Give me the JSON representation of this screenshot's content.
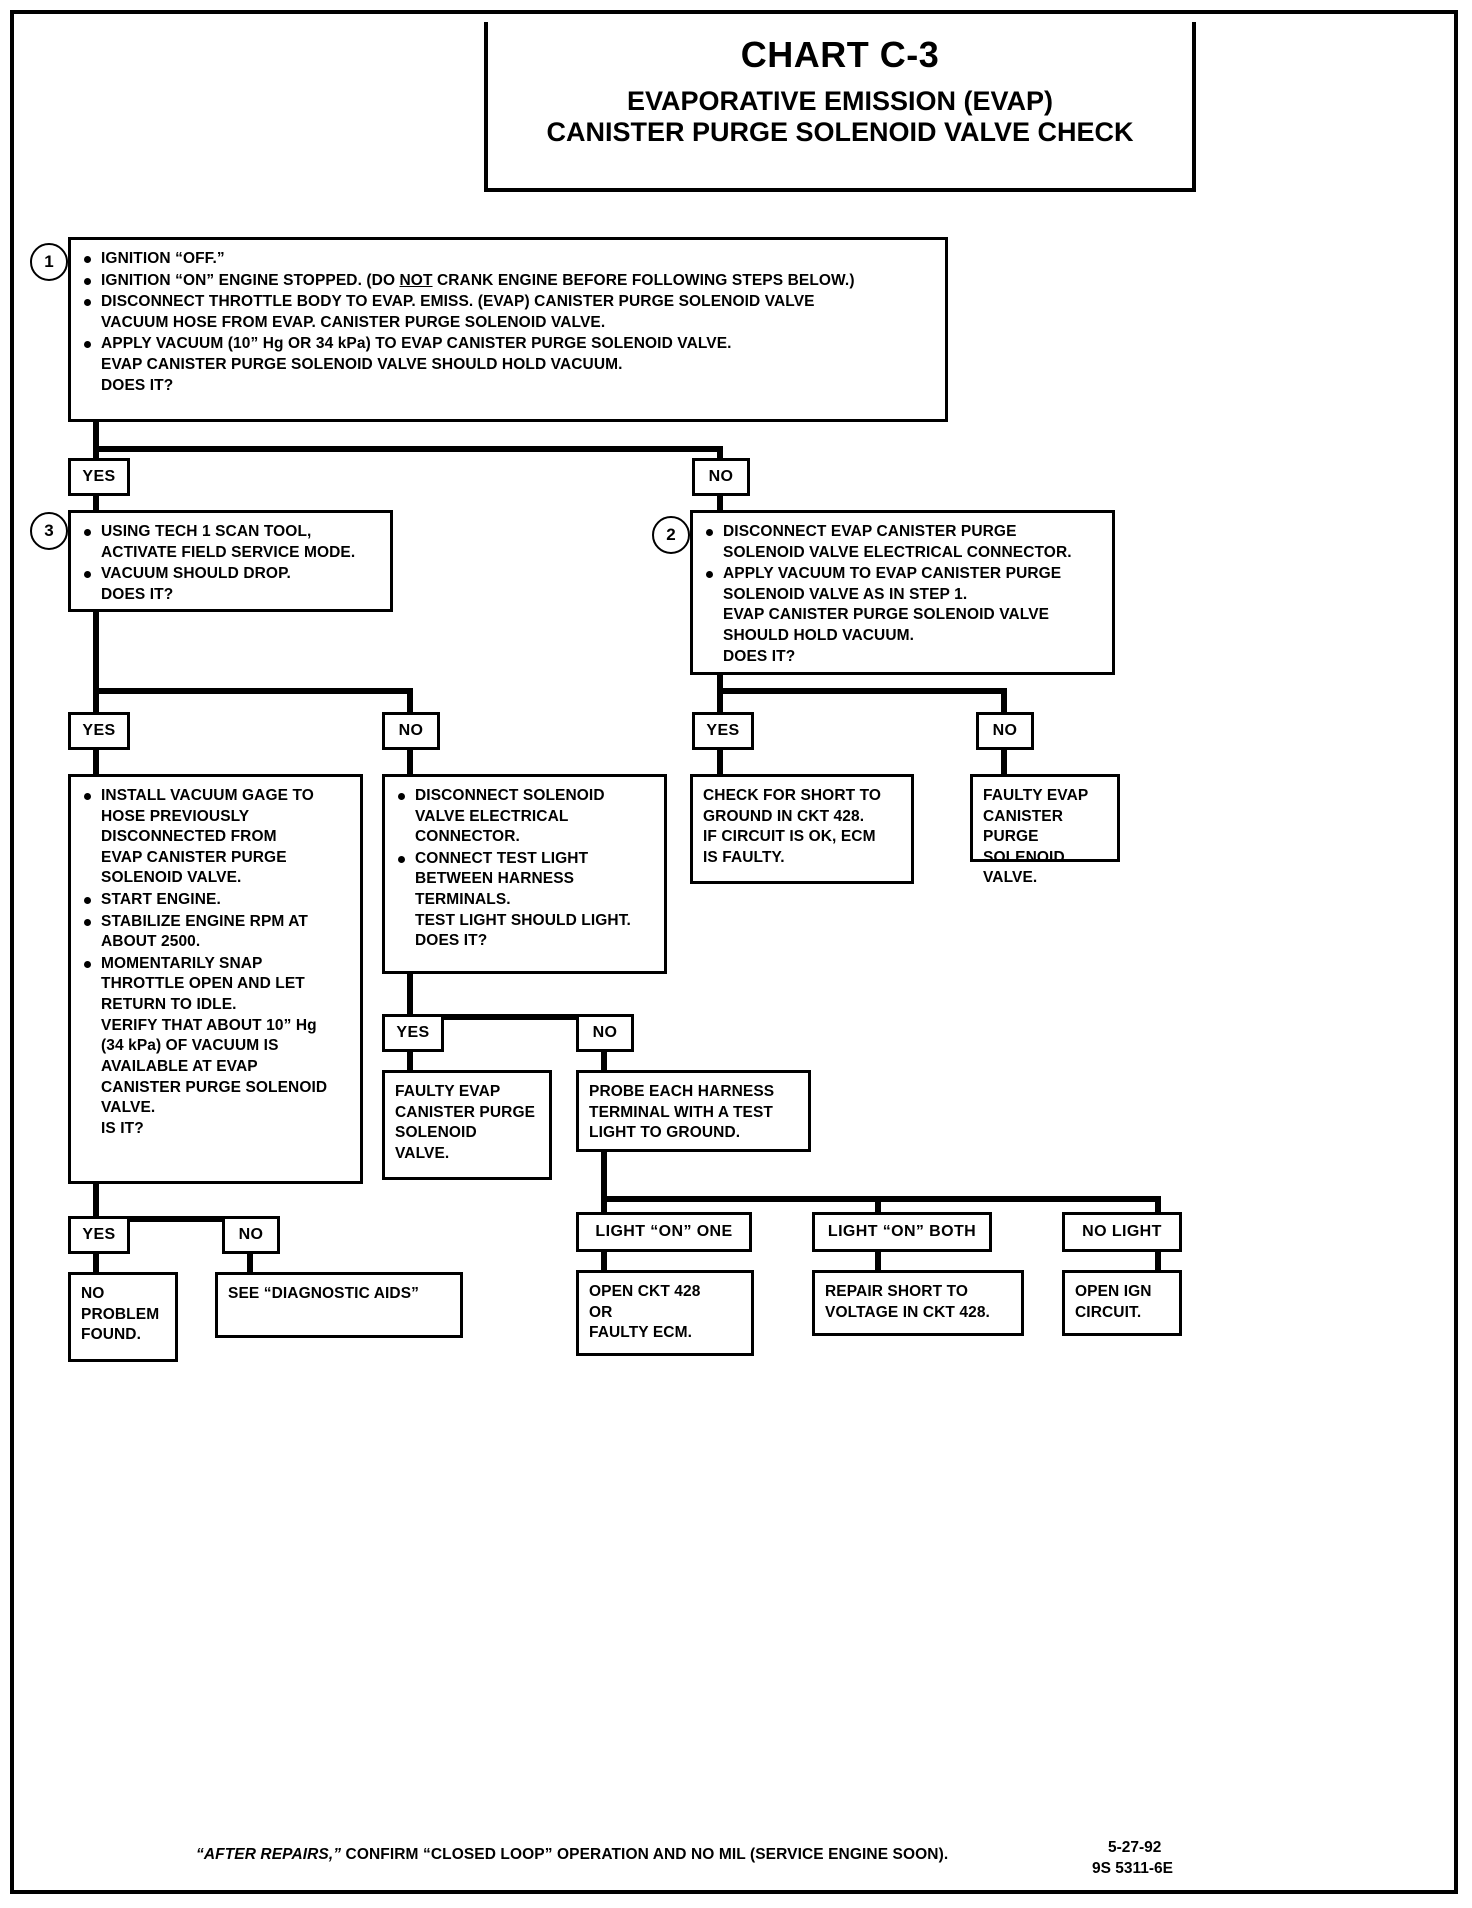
{
  "title": {
    "chart_id": "CHART C-3",
    "line1": "EVAPORATIVE EMISSION (EVAP)",
    "line2": "CANISTER PURGE SOLENOID VALVE CHECK"
  },
  "labels": {
    "yes": "YES",
    "no": "NO",
    "light_on_one": "LIGHT “ON” ONE",
    "light_on_both": "LIGHT “ON” BOTH",
    "no_light": "NO LIGHT"
  },
  "steps": {
    "one": "1",
    "two": "2",
    "three": "3"
  },
  "box1": {
    "bullets": [
      "IGNITION “OFF.”",
      "IGNITION “ON” ENGINE STOPPED. (DO NOT CRANK ENGINE BEFORE FOLLOWING STEPS BELOW.)",
      "DISCONNECT THROTTLE BODY TO EVAP. EMISS. (EVAP) CANISTER PURGE SOLENOID VALVE\nVACUUM HOSE FROM EVAP. CANISTER PURGE SOLENOID VALVE.",
      "APPLY VACUUM (10” Hg OR 34 kPa) TO EVAP CANISTER PURGE SOLENOID VALVE.\nEVAP CANISTER PURGE SOLENOID VALVE SHOULD HOLD VACUUM.\nDOES IT?"
    ],
    "b2_pre": "IGNITION “ON” ENGINE STOPPED. (DO ",
    "b2_underline": "NOT",
    "b2_post": " CRANK ENGINE BEFORE FOLLOWING STEPS BELOW.)"
  },
  "box2": {
    "bullets": [
      "DISCONNECT EVAP CANISTER PURGE\nSOLENOID VALVE ELECTRICAL CONNECTOR.",
      "APPLY VACUUM TO EVAP CANISTER PURGE\nSOLENOID VALVE AS IN STEP 1.\nEVAP CANISTER PURGE SOLENOID VALVE\nSHOULD HOLD VACUUM.\nDOES IT?"
    ]
  },
  "box3": {
    "bullets": [
      "USING TECH 1 SCAN TOOL,\nACTIVATE FIELD SERVICE MODE.",
      "VACUUM SHOULD DROP.\nDOES IT?"
    ]
  },
  "box_check_short": {
    "text": "CHECK FOR SHORT TO\nGROUND IN CKT 428.\nIF CIRCUIT IS OK, ECM\nIS FAULTY."
  },
  "box_faulty_evap_right": {
    "text": "FAULTY EVAP\nCANISTER PURGE\nSOLENOID VALVE."
  },
  "box_install_gage": {
    "bullets": [
      "INSTALL VACUUM GAGE TO\nHOSE PREVIOUSLY\nDISCONNECTED FROM\nEVAP CANISTER PURGE\nSOLENOID VALVE.",
      "START ENGINE.",
      "STABILIZE ENGINE RPM AT\nABOUT 2500.",
      "MOMENTARILY SNAP\nTHROTTLE OPEN AND LET\nRETURN TO IDLE.\nVERIFY THAT ABOUT 10” Hg\n(34 kPa) OF VACUUM IS\nAVAILABLE AT EVAP\nCANISTER PURGE SOLENOID\nVALVE.\nIS IT?"
    ]
  },
  "box_disconnect_solenoid": {
    "bullets": [
      "DISCONNECT SOLENOID\nVALVE ELECTRICAL\nCONNECTOR.",
      "CONNECT TEST LIGHT\nBETWEEN HARNESS\nTERMINALS.\nTEST LIGHT SHOULD LIGHT.\nDOES IT?"
    ]
  },
  "box_faulty_evap_mid": {
    "text": "FAULTY EVAP\nCANISTER PURGE\nSOLENOID\nVALVE."
  },
  "box_probe_harness": {
    "text": "PROBE EACH HARNESS\nTERMINAL WITH A TEST\nLIGHT TO GROUND."
  },
  "box_no_problem": {
    "text": "NO\nPROBLEM\nFOUND."
  },
  "box_diag_aids": {
    "text": "SEE “DIAGNOSTIC AIDS”"
  },
  "box_open_ckt": {
    "text": "OPEN CKT 428\nOR\nFAULTY ECM."
  },
  "box_repair_short": {
    "text": "REPAIR SHORT TO\nVOLTAGE IN CKT 428."
  },
  "box_open_ign": {
    "text": "OPEN IGN\nCIRCUIT."
  },
  "footer": {
    "note_italic": "“AFTER REPAIRS,”",
    "note_rest": " CONFIRM “CLOSED LOOP” OPERATION AND NO MIL (SERVICE ENGINE SOON).",
    "date": "5-27-92",
    "code": "9S 5311-6E"
  }
}
